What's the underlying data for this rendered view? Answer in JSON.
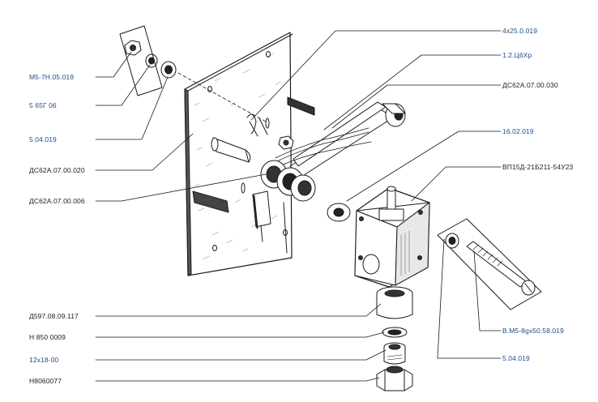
{
  "labels": {
    "left": [
      {
        "id": "m5-nut",
        "text": "М5-7Н.05.019",
        "color": "blue"
      },
      {
        "id": "washer-spring",
        "text": "5 65Г 06",
        "color": "blue"
      },
      {
        "id": "washer-flat",
        "text": "5.04.019",
        "color": "blue"
      },
      {
        "id": "plate",
        "text": "ДС62А.07.00.020",
        "color": "dark"
      },
      {
        "id": "shaft-assembly",
        "text": "ДС62А.07.00.006",
        "color": "dark"
      },
      {
        "id": "bushing-nut",
        "text": "Д597.08.09.117",
        "color": "dark"
      },
      {
        "id": "ring",
        "text": "Н 850 0009",
        "color": "dark"
      },
      {
        "id": "seal",
        "text": "12х18-00",
        "color": "blue"
      },
      {
        "id": "hex-fitting",
        "text": "Н8060077",
        "color": "dark"
      }
    ],
    "right": [
      {
        "id": "cotter-pin",
        "text": "4х25.0.019",
        "color": "blue"
      },
      {
        "id": "spring",
        "text": "1.2.Ц6Хр",
        "color": "blue"
      },
      {
        "id": "lever",
        "text": "ДС62А.07.00.030",
        "color": "dark"
      },
      {
        "id": "washer-16",
        "text": "16.02.019",
        "color": "blue"
      },
      {
        "id": "limit-switch",
        "text": "ВП15Д-21Б211-54У23",
        "color": "dark"
      },
      {
        "id": "bolt",
        "text": "В.М5-8gх50.58.019",
        "color": "blue"
      },
      {
        "id": "washer-5",
        "text": "5.04.019",
        "color": "blue"
      }
    ]
  },
  "colors": {
    "blue_label": "#1a4f8c",
    "dark_label": "#222222",
    "line": "#1a1a1a"
  }
}
